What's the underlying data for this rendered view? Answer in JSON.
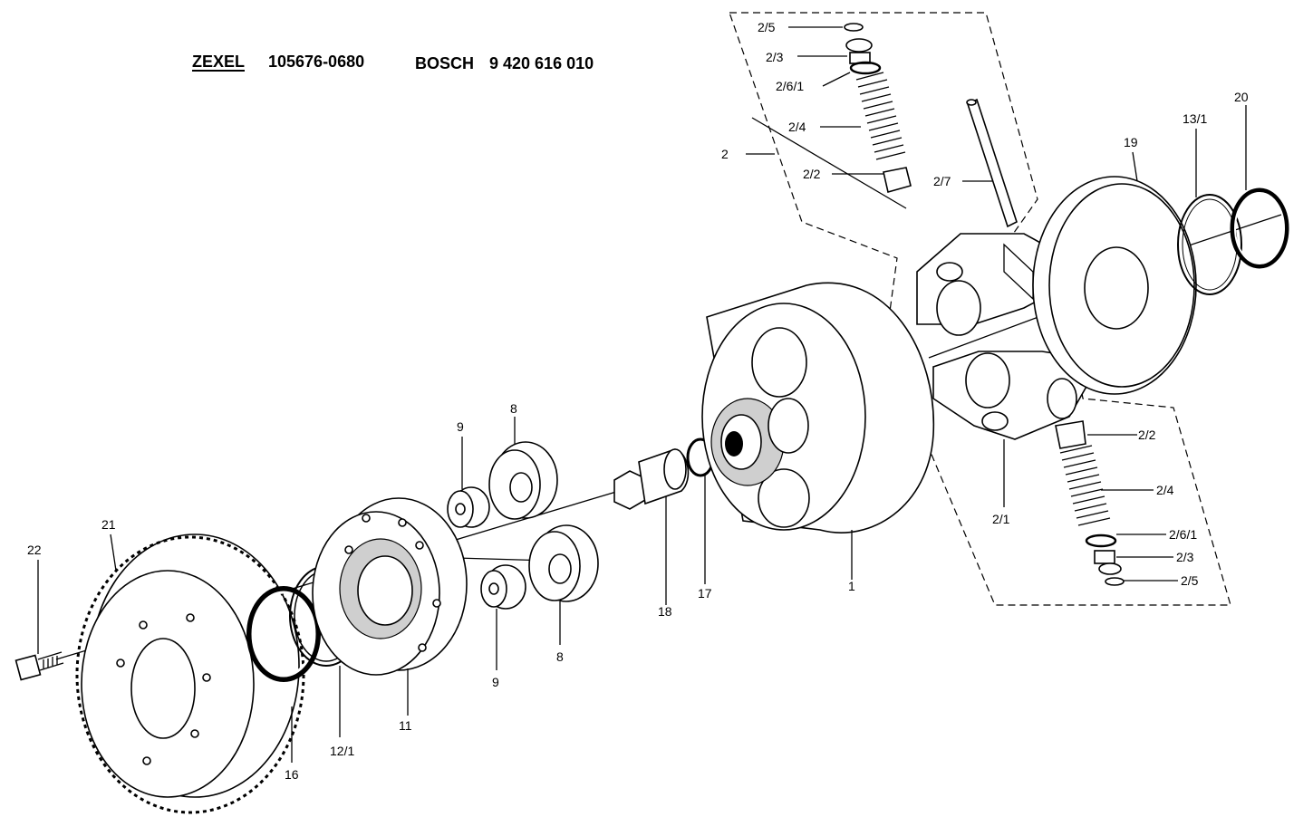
{
  "header": {
    "brand1": "ZEXEL",
    "part_number1": "105676-0680",
    "brand2": "BOSCH",
    "part_number2": "9 420 616 010"
  },
  "callouts": {
    "c1": "1",
    "c2": "2",
    "c2_1": "2/1",
    "c2_2_top": "2/2",
    "c2_2_bottom": "2/2",
    "c2_3_top": "2/3",
    "c2_3_bottom": "2/3",
    "c2_4_top": "2/4",
    "c2_4_bottom": "2/4",
    "c2_5_top": "2/5",
    "c2_5_bottom": "2/5",
    "c2_6_1_top": "2/6/1",
    "c2_6_1_bottom": "2/6/1",
    "c2_7": "2/7",
    "c8_top": "8",
    "c8_bottom": "8",
    "c9_top": "9",
    "c9_bottom": "9",
    "c11": "11",
    "c12_1": "12/1",
    "c13_1": "13/1",
    "c16": "16",
    "c17": "17",
    "c18": "18",
    "c19": "19",
    "c20": "20",
    "c21": "21",
    "c22": "22"
  }
}
